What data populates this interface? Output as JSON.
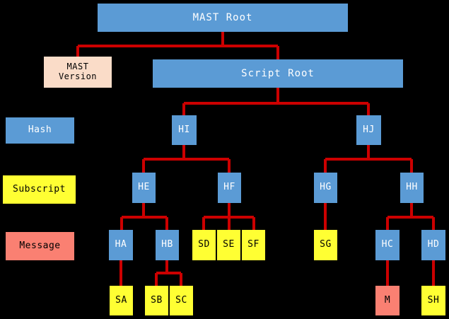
{
  "diagram": {
    "title_node": "MAST Root",
    "background_color": "#000000",
    "edge_color": "#cc0000",
    "colors": {
      "hash": "#5b9bd5",
      "subscript": "#ffff33",
      "message": "#fa8072",
      "version": "#fadcc8",
      "hash_text": "#ffffff",
      "subscript_text": "#000000",
      "message_text": "#000000",
      "version_text": "#000000"
    },
    "legend": [
      {
        "label": "Hash",
        "kind": "hash"
      },
      {
        "label": "Subscript",
        "kind": "subscript"
      },
      {
        "label": "Message",
        "kind": "message"
      }
    ],
    "nodes": [
      {
        "id": "mast-root",
        "label": "MAST Root",
        "kind": "hash"
      },
      {
        "id": "mast-version",
        "label": "MAST\nVersion",
        "kind": "version"
      },
      {
        "id": "script-root",
        "label": "Script Root",
        "kind": "hash"
      },
      {
        "id": "hi",
        "label": "HI",
        "kind": "hash"
      },
      {
        "id": "hj",
        "label": "HJ",
        "kind": "hash"
      },
      {
        "id": "he",
        "label": "HE",
        "kind": "hash"
      },
      {
        "id": "hf",
        "label": "HF",
        "kind": "hash"
      },
      {
        "id": "hg",
        "label": "HG",
        "kind": "hash"
      },
      {
        "id": "hh",
        "label": "HH",
        "kind": "hash"
      },
      {
        "id": "ha",
        "label": "HA",
        "kind": "hash"
      },
      {
        "id": "hb",
        "label": "HB",
        "kind": "hash"
      },
      {
        "id": "sd",
        "label": "SD",
        "kind": "subscript"
      },
      {
        "id": "se",
        "label": "SE",
        "kind": "subscript"
      },
      {
        "id": "sf",
        "label": "SF",
        "kind": "subscript"
      },
      {
        "id": "sg",
        "label": "SG",
        "kind": "subscript"
      },
      {
        "id": "hc",
        "label": "HC",
        "kind": "hash"
      },
      {
        "id": "hd",
        "label": "HD",
        "kind": "hash"
      },
      {
        "id": "sa",
        "label": "SA",
        "kind": "subscript"
      },
      {
        "id": "sb",
        "label": "SB",
        "kind": "subscript"
      },
      {
        "id": "sc",
        "label": "SC",
        "kind": "subscript"
      },
      {
        "id": "m",
        "label": "M",
        "kind": "message"
      },
      {
        "id": "sh",
        "label": "SH",
        "kind": "subscript"
      }
    ],
    "edges": [
      {
        "from": "mast-root",
        "to": "mast-version"
      },
      {
        "from": "mast-root",
        "to": "script-root"
      },
      {
        "from": "script-root",
        "to": "hi"
      },
      {
        "from": "script-root",
        "to": "hj"
      },
      {
        "from": "hi",
        "to": "he"
      },
      {
        "from": "hi",
        "to": "hf"
      },
      {
        "from": "hj",
        "to": "hg"
      },
      {
        "from": "hj",
        "to": "hh"
      },
      {
        "from": "he",
        "to": "ha"
      },
      {
        "from": "he",
        "to": "hb"
      },
      {
        "from": "hf",
        "to": "sd"
      },
      {
        "from": "hf",
        "to": "se"
      },
      {
        "from": "hf",
        "to": "sf"
      },
      {
        "from": "hg",
        "to": "sg"
      },
      {
        "from": "hh",
        "to": "hc"
      },
      {
        "from": "hh",
        "to": "hd"
      },
      {
        "from": "ha",
        "to": "sa"
      },
      {
        "from": "hb",
        "to": "sb"
      },
      {
        "from": "hb",
        "to": "sc"
      },
      {
        "from": "hc",
        "to": "m"
      },
      {
        "from": "hd",
        "to": "sh"
      }
    ]
  }
}
